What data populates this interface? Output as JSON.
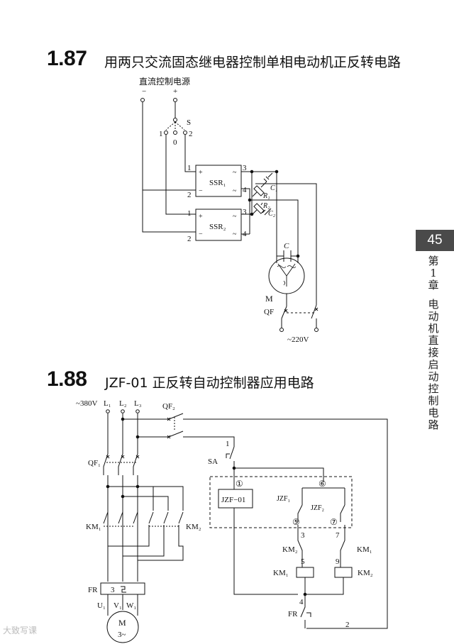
{
  "page": {
    "number": "45",
    "chapter_vertical": [
      "第",
      "1",
      "章"
    ],
    "chapter_title_vertical": [
      "电",
      "动",
      "机",
      "直",
      "接",
      "启",
      "动",
      "控",
      "制",
      "电",
      "路"
    ],
    "watermark": "大致写课"
  },
  "section1": {
    "number": "1.87",
    "title": "用两只交流固态继电器控制单相电动机正反转电路",
    "labels": {
      "dc_supply": "直流控制电源",
      "minus": "−",
      "plus": "+",
      "switch": "S",
      "pos1": "1",
      "pos0": "0",
      "pos2": "2",
      "ssr1": "SSR₁",
      "ssr2": "SSR₂",
      "t1": "1",
      "t2": "2",
      "t3": "3",
      "t4": "4",
      "r1": "R₁",
      "c1": "C₁",
      "r2": "R₂",
      "c2": "C₂",
      "cap": "C",
      "motor": "M",
      "breaker": "QF",
      "voltage": "~220V",
      "tilde": "~"
    }
  },
  "section2": {
    "number": "1.88",
    "title": "JZF-01 正反转自动控制器应用电路",
    "labels": {
      "supply": "~380V",
      "l1": "L₁",
      "l2": "L₂",
      "l3": "L₃",
      "qf1": "QF₁",
      "qf2": "QF₂",
      "km1": "KM₁",
      "km2": "KM₂",
      "fr": "FR",
      "fr3": "3",
      "u1": "U₁",
      "v1": "V₁",
      "w1": "W₁",
      "motor": "M",
      "motor_sub": "3~",
      "sa": "SA",
      "jzf01": "JZF−01",
      "jzf1": "JZF₁",
      "jzf2": "JZF₂",
      "c1": "①",
      "c5": "⑤",
      "c6": "⑥",
      "c7": "⑦",
      "n1": "1",
      "n2": "2",
      "n3": "3",
      "n4": "4",
      "n5": "5",
      "n7": "7",
      "n9": "9"
    }
  }
}
